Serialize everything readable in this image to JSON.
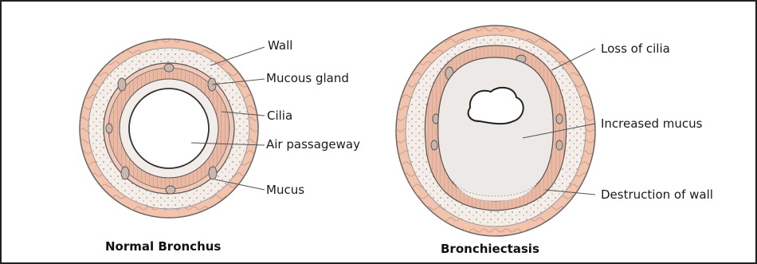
{
  "normal": {
    "caption": "Normal Bronchus",
    "labels": {
      "wall": "Wall",
      "mucous_gland": "Mucous gland",
      "cilia": "Cilia",
      "air_passageway": "Air passageway",
      "mucus": "Mucus"
    }
  },
  "bronchiectasis": {
    "caption": "Bronchiectasis",
    "labels": {
      "loss_of_cilia": "Loss of cilia",
      "increased_mucus": "Increased mucus",
      "destruction_of_wall": "Destruction of wall"
    }
  },
  "colors": {
    "wall_band": "#f2c4ae",
    "inner_tissue": "#f4ede8",
    "mucus": "#ece9e6",
    "cilia": "#e9b9a3",
    "outline": "#555555"
  }
}
